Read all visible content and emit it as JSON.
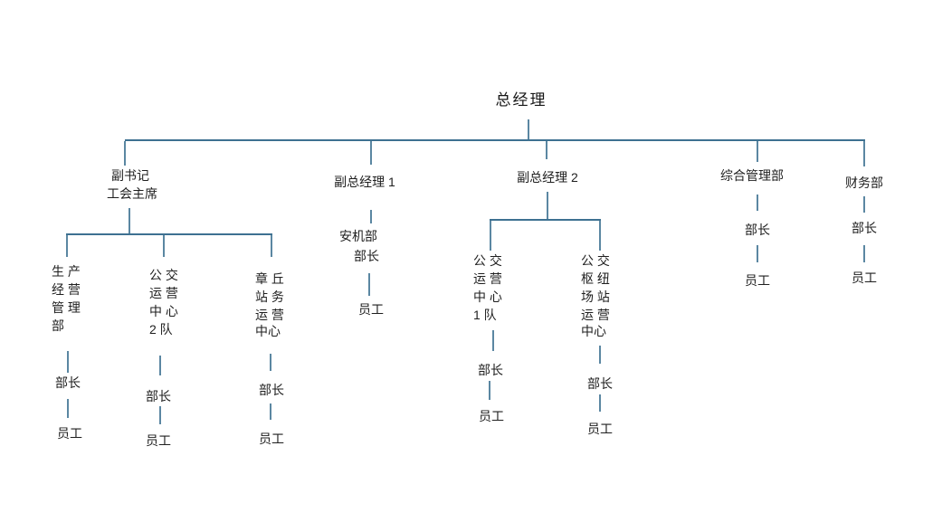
{
  "org": {
    "root": "总经理",
    "roles": {
      "minister": "部长",
      "staff": "员工"
    },
    "deputy_secretary": {
      "line1": "副书记",
      "line2": "工会主席",
      "children": [
        {
          "lines": [
            "生 产",
            "经 营",
            "管 理",
            "部"
          ]
        },
        {
          "lines": [
            "公 交",
            "运 营",
            "中 心",
            "2 队"
          ]
        },
        {
          "lines": [
            "章 丘",
            "站 务",
            "运 营",
            "中心"
          ]
        }
      ]
    },
    "deputy_gm1": {
      "title": "副总经理 1",
      "dept": "安机部"
    },
    "deputy_gm2": {
      "title": "副总经理 2",
      "children": [
        {
          "lines": [
            "公 交",
            "运 营",
            "中 心",
            "1 队"
          ]
        },
        {
          "lines": [
            "公 交",
            "枢 纽",
            "场 站",
            "运 营",
            "中心"
          ]
        }
      ]
    },
    "admin_dept": "综合管理部",
    "finance_dept": "财务部"
  },
  "colors": {
    "line_vertical": "#5b87a2",
    "line_horizontal": "#3e7191",
    "text": "#1f1f1f",
    "background": "#ffffff"
  }
}
